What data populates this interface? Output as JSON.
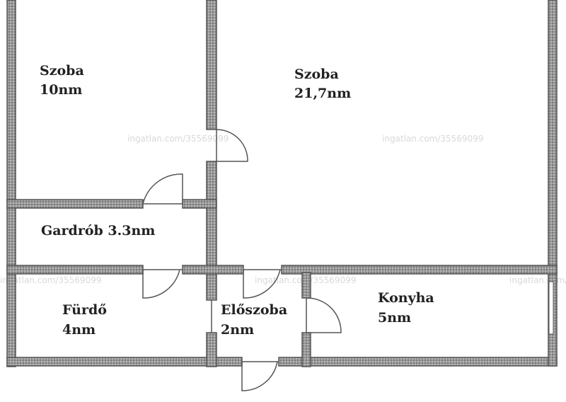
{
  "rooms": [
    {
      "id": "szoba-small",
      "name": "Szoba",
      "area": "10nm"
    },
    {
      "id": "szoba-large",
      "name": "Szoba",
      "area": "21,7nm"
    },
    {
      "id": "gardrob",
      "name": "Gardrób 3.3nm",
      "area": ""
    },
    {
      "id": "furdo",
      "name": "Fürdő",
      "area": "4nm"
    },
    {
      "id": "eloszoba",
      "name": "Előszoba",
      "area": "2nm"
    },
    {
      "id": "konyha",
      "name": "Konyha",
      "area": "5nm"
    }
  ],
  "watermark": "ingatlan.com/35569099"
}
